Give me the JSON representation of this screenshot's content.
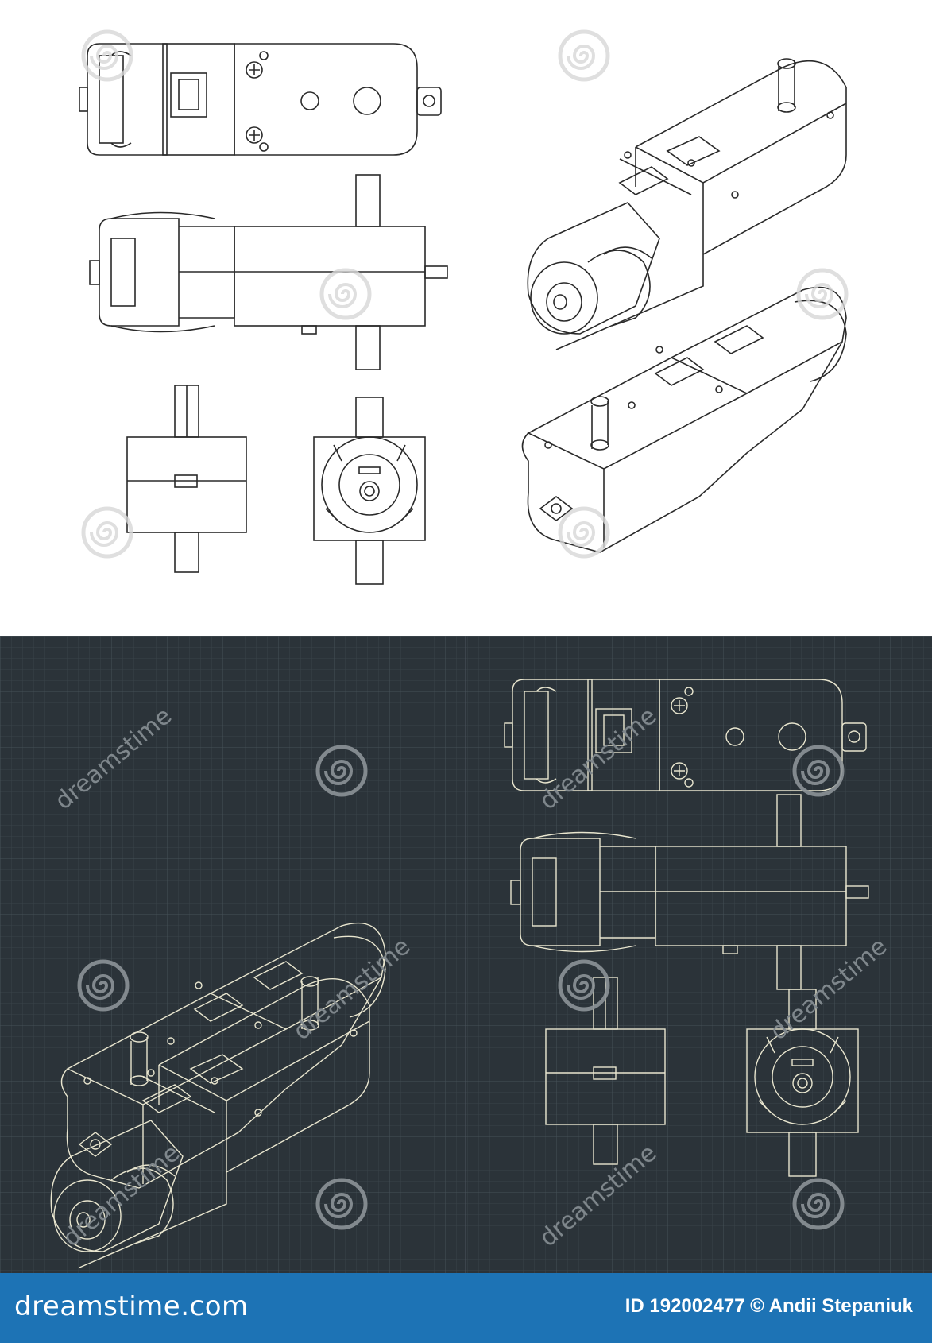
{
  "watermark": {
    "text": "dreamstime",
    "icon": "spiral-icon"
  },
  "footer": {
    "logo": "dreamstime.com",
    "credit": "ID 192002477 © Andii Stepaniuk"
  },
  "colors": {
    "light_bg": "#ffffff",
    "light_line": "#2a2a2a",
    "dark_bg": "#2b3339",
    "dark_line": "#e9e6cf",
    "footer_bg": "#1d73b5"
  }
}
